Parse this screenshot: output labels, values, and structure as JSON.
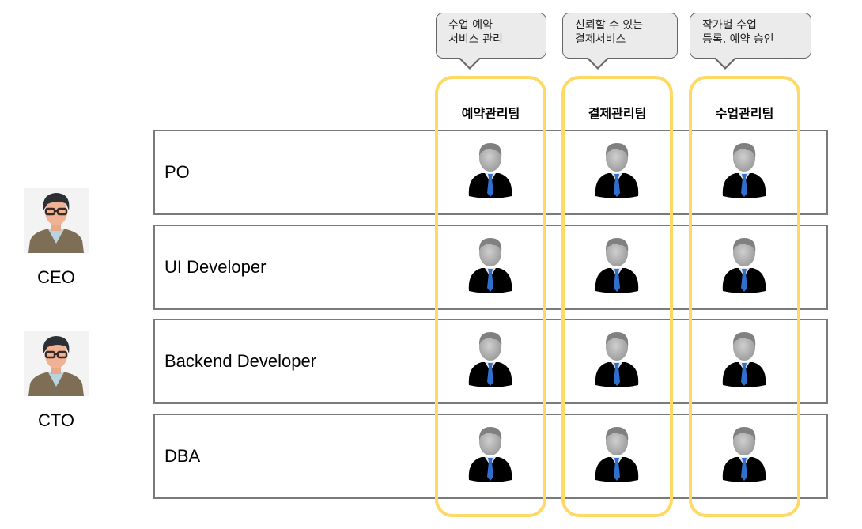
{
  "executives": [
    {
      "label": "CEO",
      "icon": "person-glasses-avatar"
    },
    {
      "label": "CTO",
      "icon": "person-glasses-avatar"
    }
  ],
  "roles": [
    {
      "label": "PO"
    },
    {
      "label": "UI Developer"
    },
    {
      "label": "Backend Developer"
    },
    {
      "label": "DBA"
    }
  ],
  "teams": [
    {
      "name": "예약관리팀",
      "callout_line1": "수업 예약",
      "callout_line2": "서비스 관리"
    },
    {
      "name": "결제관리팀",
      "callout_line1": "신뢰할 수 있는",
      "callout_line2": "결제서비스"
    },
    {
      "name": "수업관리팀",
      "callout_line1": "작가별 수업",
      "callout_line2": "등록, 예약 승인"
    }
  ],
  "member_icon": "businessman-icon",
  "colors": {
    "team_border": "#ffd966",
    "row_border": "#7a7a7a",
    "callout_fill": "#ebebeb",
    "callout_border": "#666666",
    "tie": "#2f6fd0",
    "suit": "#000000",
    "head": "#b0b0b0"
  }
}
